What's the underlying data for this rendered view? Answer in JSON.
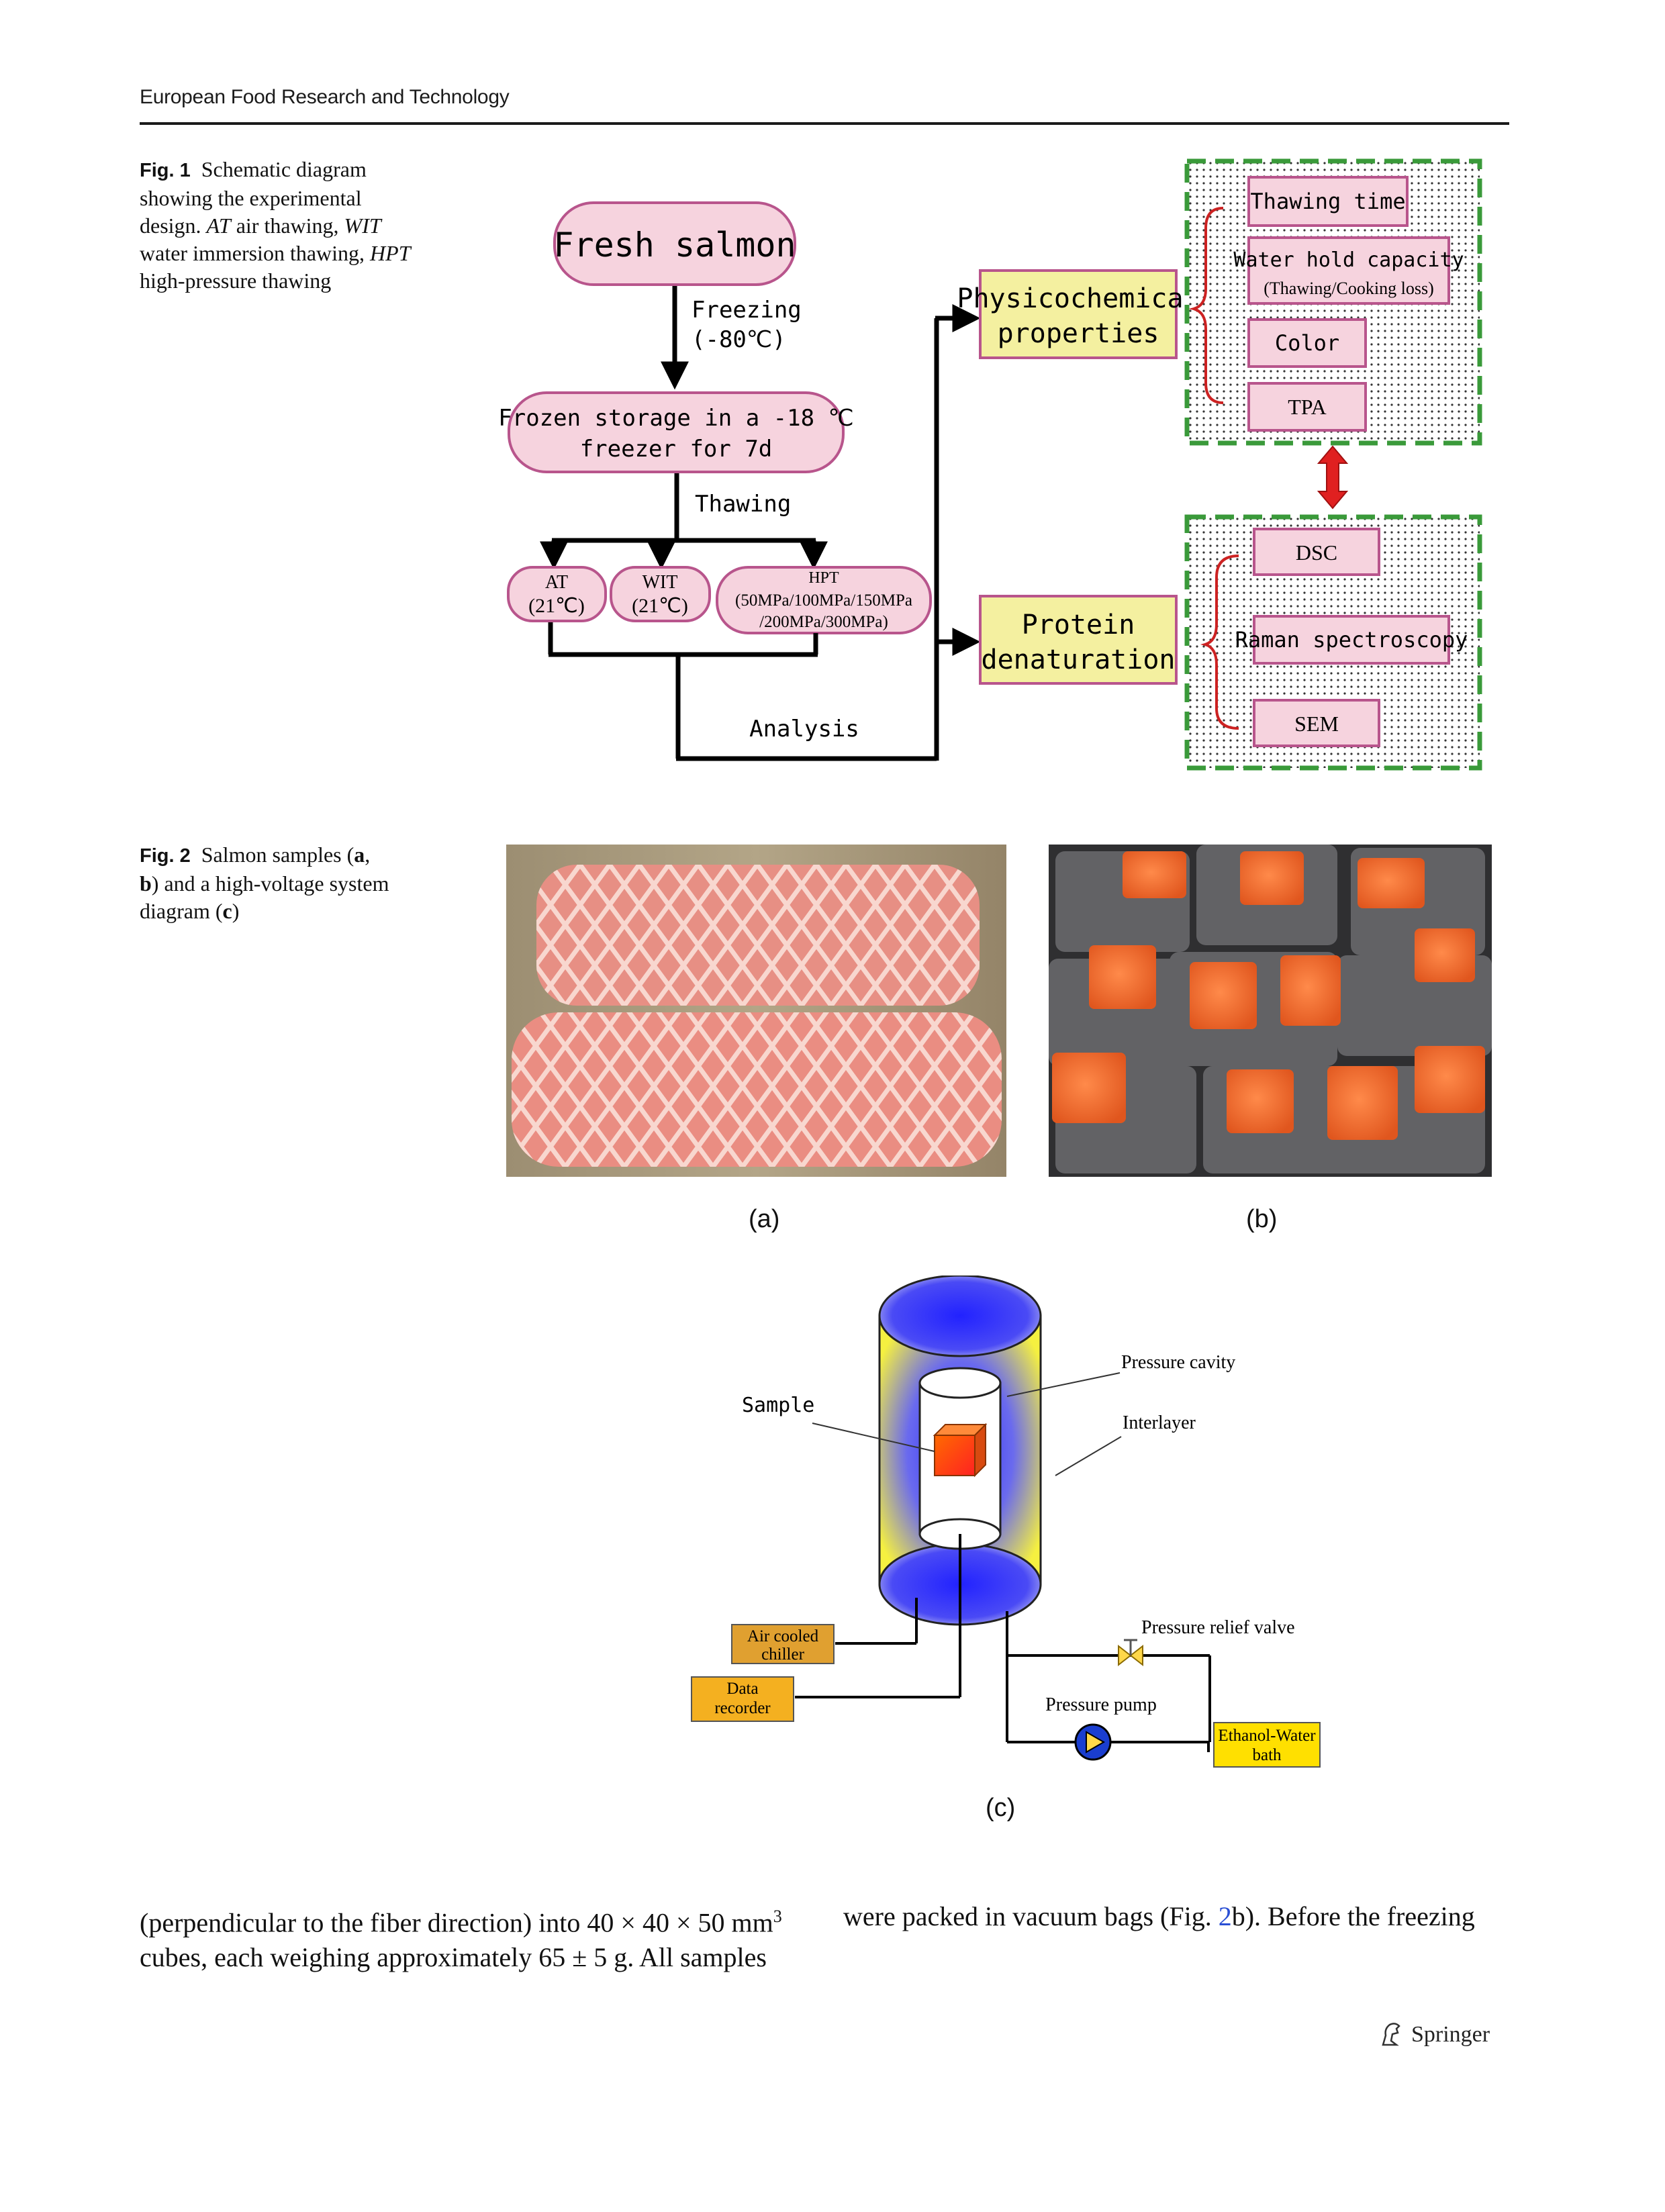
{
  "header": {
    "journal": "European Food Research and Technology"
  },
  "fig1": {
    "label": "Fig. 1",
    "caption_lines": [
      "Schematic diagram",
      "showing the experimental",
      "design. ",
      " air thawing, ",
      "water immersion thawing, ",
      "high-pressure thawing"
    ],
    "abbr_at": "AT",
    "abbr_wit": "WIT",
    "abbr_hpt": "HPT",
    "nodes": {
      "fresh": "Fresh salmon",
      "freezing": "Freezing",
      "freezing_temp": "(-80℃)",
      "frozen_line1": "Frozen storage in a -18 ℃",
      "frozen_line2": "freezer for 7d",
      "thawing": "Thawing",
      "at": "AT",
      "at_temp": "(21℃)",
      "wit": "WIT",
      "wit_temp": "(21℃)",
      "hpt": "HPT",
      "hpt_line1": "(50MPa/100MPa/150MPa",
      "hpt_line2": "/200MPa/300MPa)",
      "analysis": "Analysis",
      "physico_line1": "Physicochemical",
      "physico_line2": "properties",
      "protein_line1": "Protein",
      "protein_line2": "denaturation",
      "thawing_time": "Thawing time",
      "whc_line1": "Water hold capacity",
      "whc_line2": "(Thawing/Cooking loss)",
      "color": "Color",
      "tpa": "TPA",
      "dsc": "DSC",
      "raman": "Raman spectroscopy",
      "sem": "SEM"
    },
    "colors": {
      "box_fill": "#f6d3de",
      "box_stroke": "#b8558c",
      "yellow_fill": "#f4f0a0",
      "green_dash": "#3a9a3a",
      "red_brace": "#cc2222"
    }
  },
  "fig2": {
    "label": "Fig. 2",
    "caption_parts": [
      "Salmon samples (",
      "a",
      ",",
      "b",
      ") and a high-voltage system",
      "diagram (",
      "c",
      ")"
    ],
    "sub_a": "(a)",
    "sub_b": "(b)",
    "sub_c": "(c)",
    "diagram": {
      "pressure_cavity": "Pressure cavity",
      "interlayer": "Interlayer",
      "sample": "Sample",
      "relief_valve": "Pressure relief valve",
      "pump": "Pressure pump",
      "chiller_line1": "Air cooled",
      "chiller_line2": "chiller",
      "recorder_line1": "Data",
      "recorder_line2": "recorder",
      "bath_line1": "Ethanol-Water",
      "bath_line2": "bath"
    }
  },
  "body": {
    "left_line1": "(perpendicular to the fiber direction) into 40 × 40 × 50 mm",
    "left_sup": "3",
    "left_line2": "cubes, each weighing approximately 65 ± 5 g. All samples",
    "right_pre": "were packed in vacuum bags (Fig. ",
    "right_link": "2",
    "right_post": "b). Before the freezing"
  },
  "footer": {
    "publisher": "Springer"
  }
}
